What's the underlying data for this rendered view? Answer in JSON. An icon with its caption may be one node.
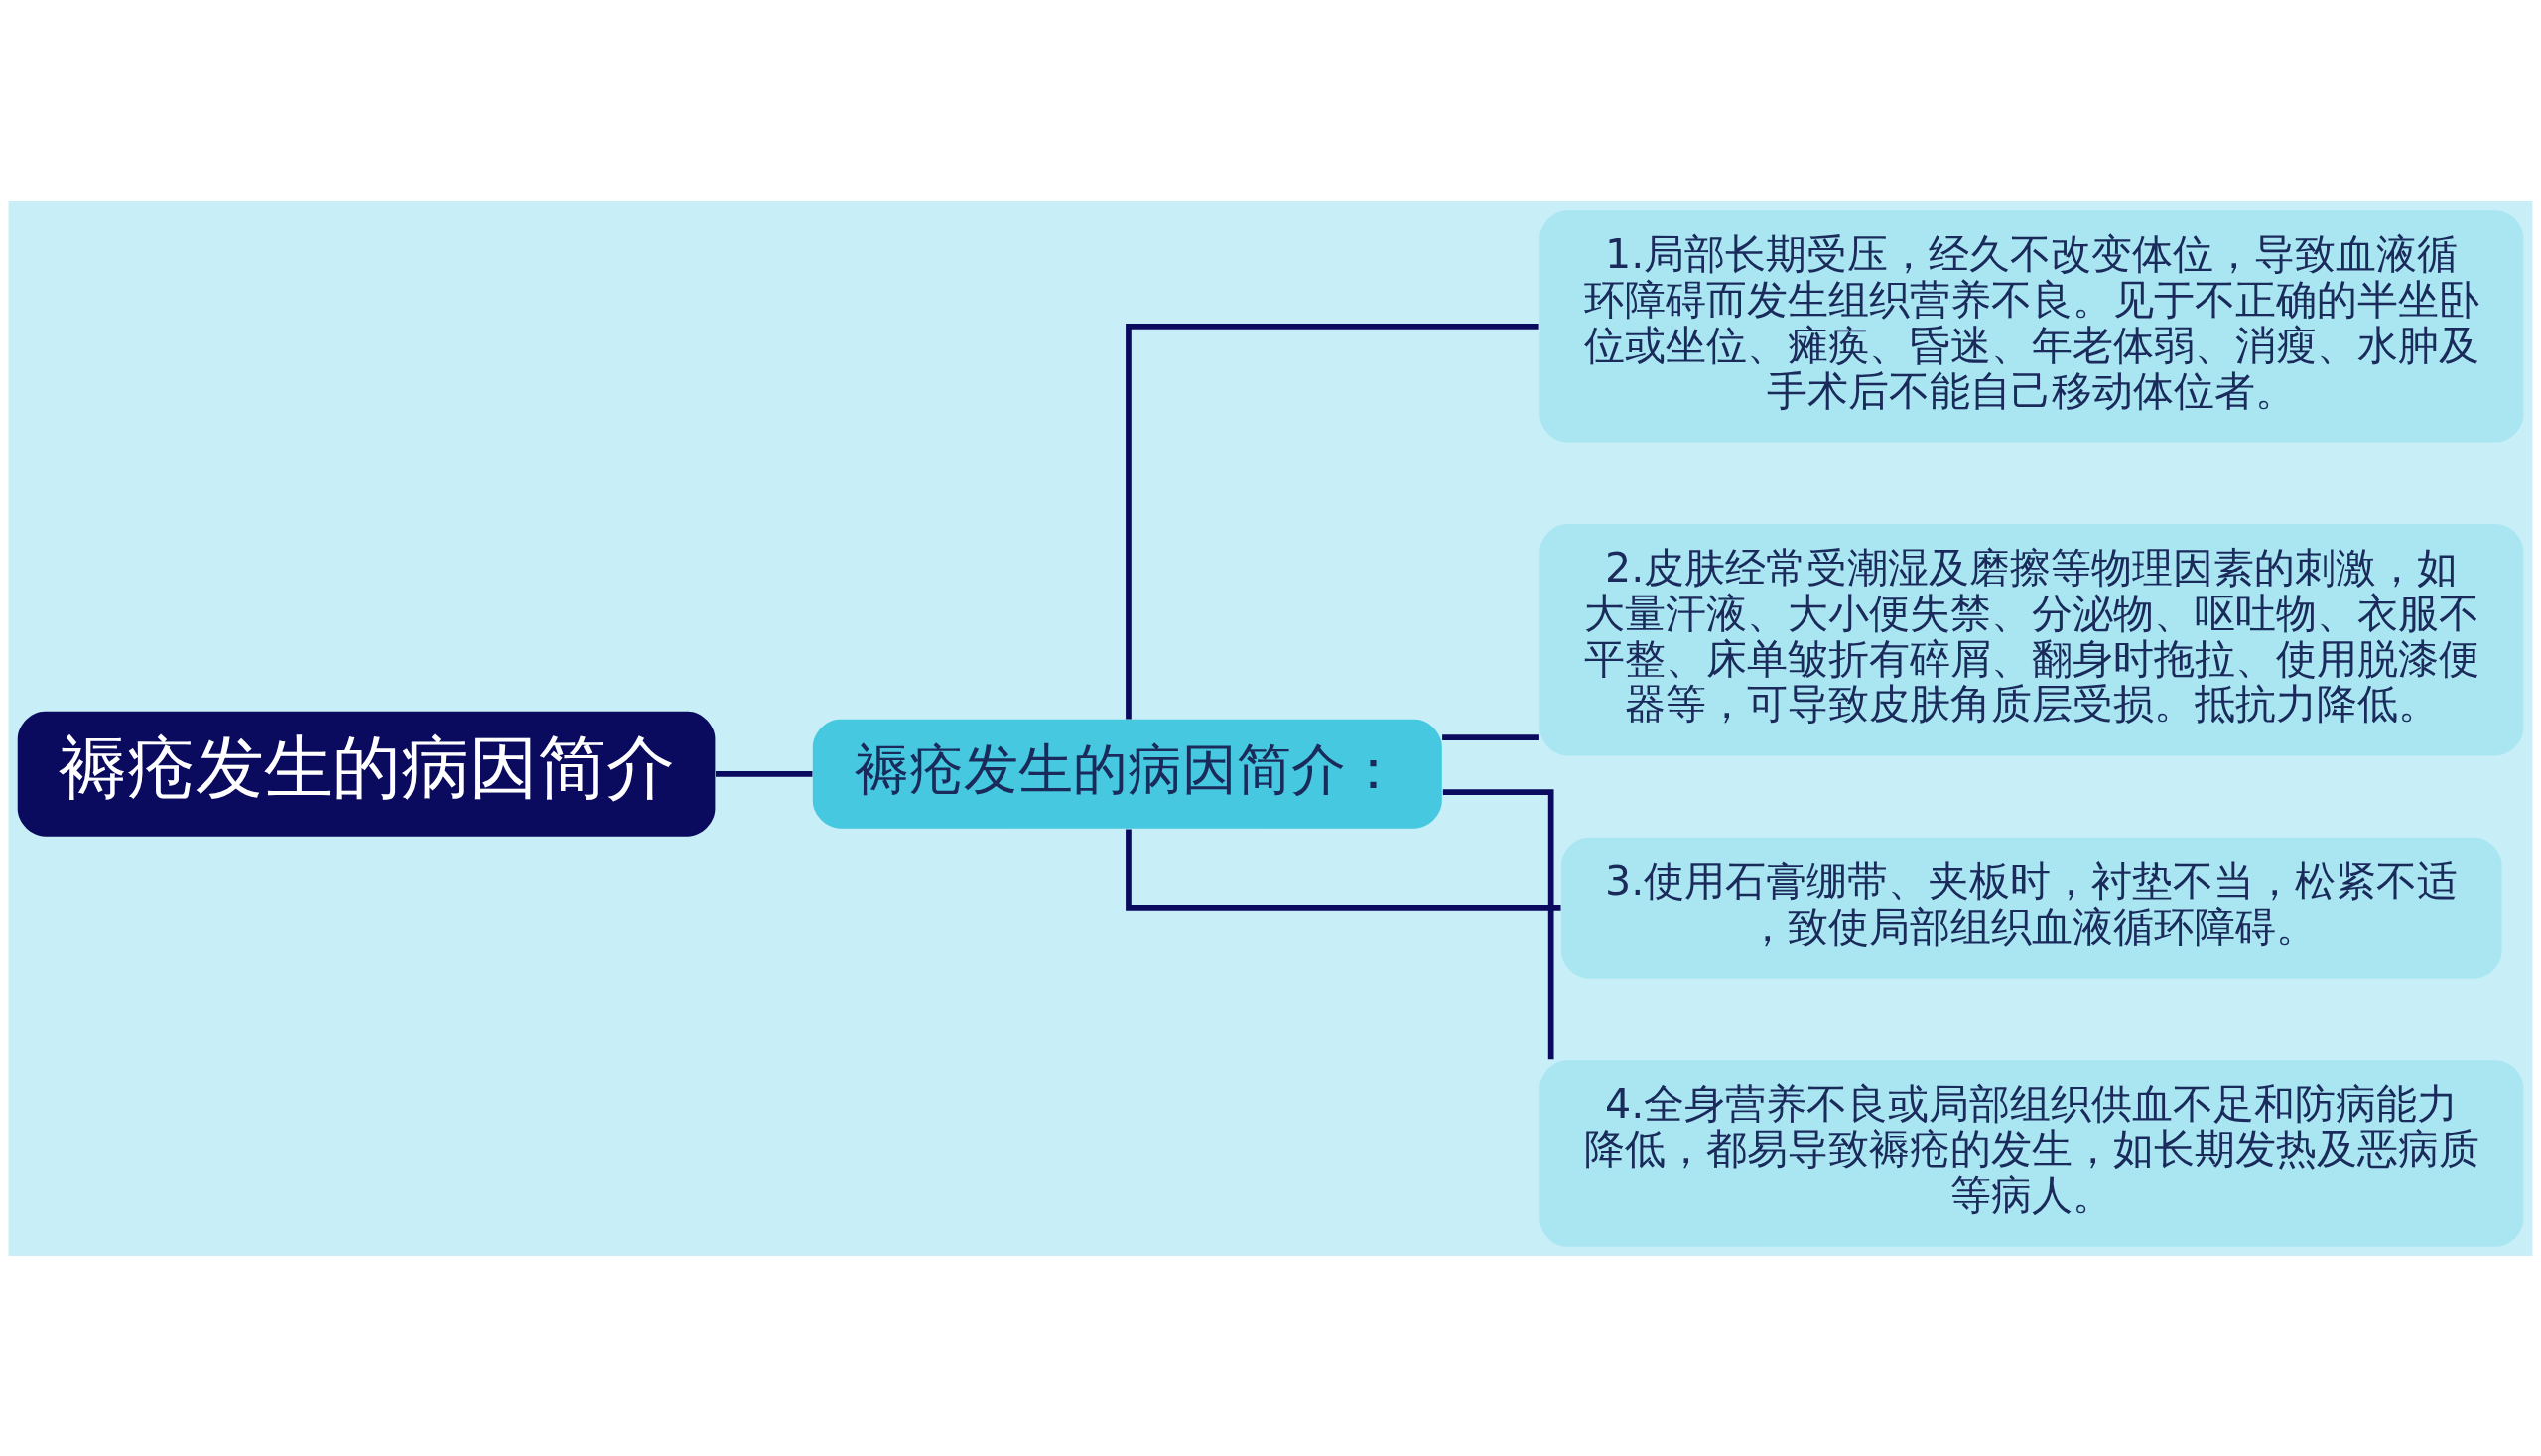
{
  "diagram": {
    "nodes": [
      {
        "text": [
          "褥疮发生的病因简介"
        ]
      },
      {
        "text": [
          "褥疮发生的病因简介："
        ]
      },
      {
        "text": [
          "1.局部长期受压，经久不改变体位，导致血液循环障碍而发生组织营养不良。见于不正确的半坐卧位或坐位、瘫痪、昏迷、年老体弱、消瘦、水肿及手术后不能自己移动体位者。"
        ]
      },
      {
        "text": [
          "2.皮肤经常受潮湿及磨擦等物理因素的刺激，如大量汗液、大小便失禁、分泌物、呕吐物、衣服不平整、床单皱折有碎屑、翻身时拖拉、使用脱漆便器等，可导致皮肤角质层受损。抵抗力降低。"
        ]
      },
      {
        "text": [
          "3.使用石膏绷带、夹板时，衬垫不当，松紧不适，致使局部组织血液循环障碍。"
        ]
      },
      {
        "text": [
          "4.全身营养不良或局部组织供血不足和防病能力降低，都易导致褥疮的发生，如长期发热及恶病质等病人。"
        ]
      }
    ],
    "edges": [
      {
        "from": 0,
        "to": 1,
        "arrow": "none"
      },
      {
        "from": 1,
        "to": 2,
        "arrow": "none"
      },
      {
        "from": 1,
        "to": 3,
        "arrow": "none"
      },
      {
        "from": 1,
        "to": 4,
        "arrow": "none"
      },
      {
        "from": 1,
        "to": 5,
        "arrow": "none"
      }
    ]
  }
}
